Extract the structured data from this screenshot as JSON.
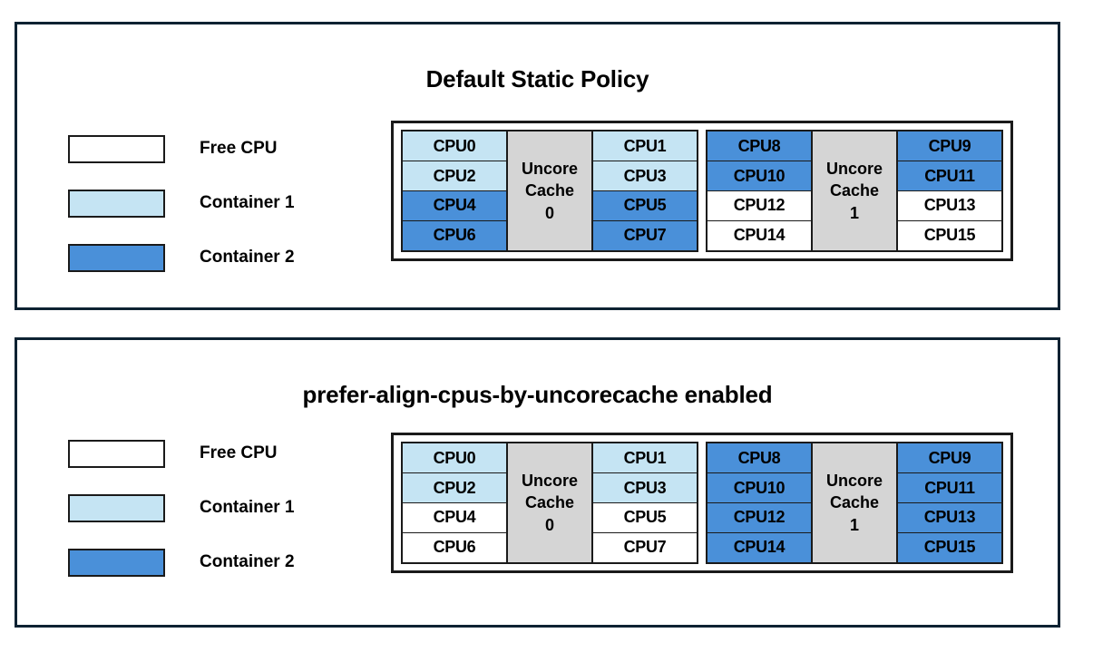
{
  "colors": {
    "free_cpu": "#ffffff",
    "container1": "#c5e4f3",
    "container2": "#4a90d9",
    "uncore_cache": "#d5d5d5",
    "panel_border": "#0d2232",
    "box_border": "#1a1a1a"
  },
  "panels": [
    {
      "id": "default-static-policy",
      "title": "Default Static Policy",
      "legend": [
        {
          "label": "Free CPU",
          "fill": "free"
        },
        {
          "label": "Container 1",
          "fill": "container1"
        },
        {
          "label": "Container 2",
          "fill": "container2"
        }
      ],
      "cache_groups": [
        {
          "cache_label_line1": "Uncore",
          "cache_label_line2": "Cache",
          "cache_label_line3": "0",
          "left_column": [
            {
              "label": "CPU0",
              "fill": "container1"
            },
            {
              "label": "CPU2",
              "fill": "container1"
            },
            {
              "label": "CPU4",
              "fill": "container2"
            },
            {
              "label": "CPU6",
              "fill": "container2"
            }
          ],
          "right_column": [
            {
              "label": "CPU1",
              "fill": "container1"
            },
            {
              "label": "CPU3",
              "fill": "container1"
            },
            {
              "label": "CPU5",
              "fill": "container2"
            },
            {
              "label": "CPU7",
              "fill": "container2"
            }
          ]
        },
        {
          "cache_label_line1": "Uncore",
          "cache_label_line2": "Cache",
          "cache_label_line3": "1",
          "left_column": [
            {
              "label": "CPU8",
              "fill": "container2"
            },
            {
              "label": "CPU10",
              "fill": "container2"
            },
            {
              "label": "CPU12",
              "fill": "free"
            },
            {
              "label": "CPU14",
              "fill": "free"
            }
          ],
          "right_column": [
            {
              "label": "CPU9",
              "fill": "container2"
            },
            {
              "label": "CPU11",
              "fill": "container2"
            },
            {
              "label": "CPU13",
              "fill": "free"
            },
            {
              "label": "CPU15",
              "fill": "free"
            }
          ]
        }
      ]
    },
    {
      "id": "prefer-align-cpus-by-uncorecache-enabled",
      "title": "prefer-align-cpus-by-uncorecache enabled",
      "legend": [
        {
          "label": "Free CPU",
          "fill": "free"
        },
        {
          "label": "Container 1",
          "fill": "container1"
        },
        {
          "label": "Container 2",
          "fill": "container2"
        }
      ],
      "cache_groups": [
        {
          "cache_label_line1": "Uncore",
          "cache_label_line2": "Cache",
          "cache_label_line3": "0",
          "left_column": [
            {
              "label": "CPU0",
              "fill": "container1"
            },
            {
              "label": "CPU2",
              "fill": "container1"
            },
            {
              "label": "CPU4",
              "fill": "free"
            },
            {
              "label": "CPU6",
              "fill": "free"
            }
          ],
          "right_column": [
            {
              "label": "CPU1",
              "fill": "container1"
            },
            {
              "label": "CPU3",
              "fill": "container1"
            },
            {
              "label": "CPU5",
              "fill": "free"
            },
            {
              "label": "CPU7",
              "fill": "free"
            }
          ]
        },
        {
          "cache_label_line1": "Uncore",
          "cache_label_line2": "Cache",
          "cache_label_line3": "1",
          "left_column": [
            {
              "label": "CPU8",
              "fill": "container2"
            },
            {
              "label": "CPU10",
              "fill": "container2"
            },
            {
              "label": "CPU12",
              "fill": "container2"
            },
            {
              "label": "CPU14",
              "fill": "container2"
            }
          ],
          "right_column": [
            {
              "label": "CPU9",
              "fill": "container2"
            },
            {
              "label": "CPU11",
              "fill": "container2"
            },
            {
              "label": "CPU13",
              "fill": "container2"
            },
            {
              "label": "CPU15",
              "fill": "container2"
            }
          ]
        }
      ]
    }
  ]
}
